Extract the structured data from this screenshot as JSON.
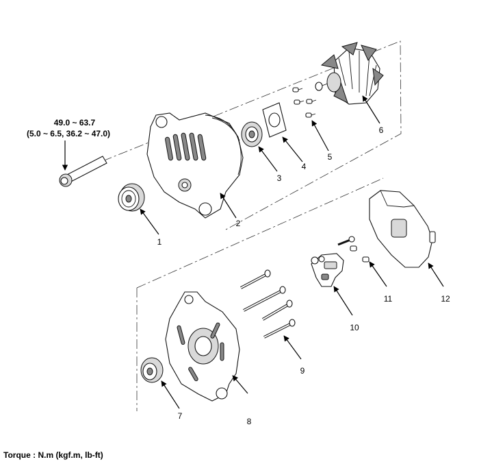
{
  "torque_spec": {
    "line1": "49.0 ~ 63.7",
    "line2": "(5.0 ~ 6.5, 36.2 ~ 47.0)"
  },
  "labels": [
    "1",
    "2",
    "3",
    "4",
    "5",
    "6",
    "7",
    "8",
    "9",
    "10",
    "11",
    "12"
  ],
  "footer": "Torque : N.m (kgf.m, lb-ft)"
}
